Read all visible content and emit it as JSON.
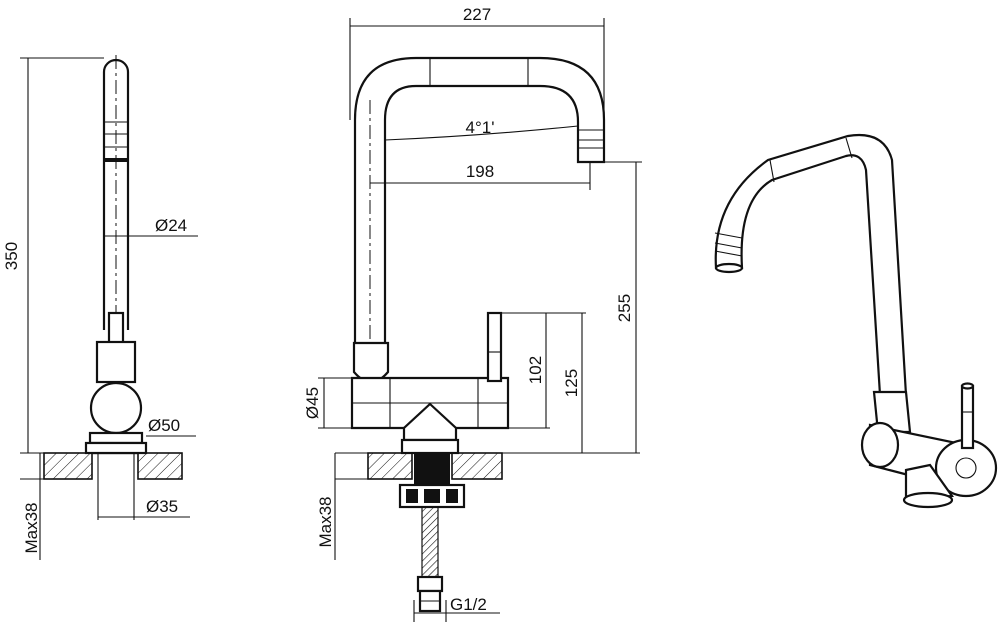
{
  "dimensions": {
    "side_height": "350",
    "side_spout_diameter": "Ø24",
    "side_base_diameter": "Ø50",
    "side_hole_diameter": "Ø35",
    "side_max_thickness": "Max38",
    "front_width": "227",
    "front_angle": "4°1'",
    "front_reach": "198",
    "front_outlet_height": "255",
    "front_body_diameter": "Ø45",
    "front_lever_height_1": "102",
    "front_lever_height_2": "125",
    "front_max_thickness": "Max38",
    "front_connection": "G1/2"
  }
}
